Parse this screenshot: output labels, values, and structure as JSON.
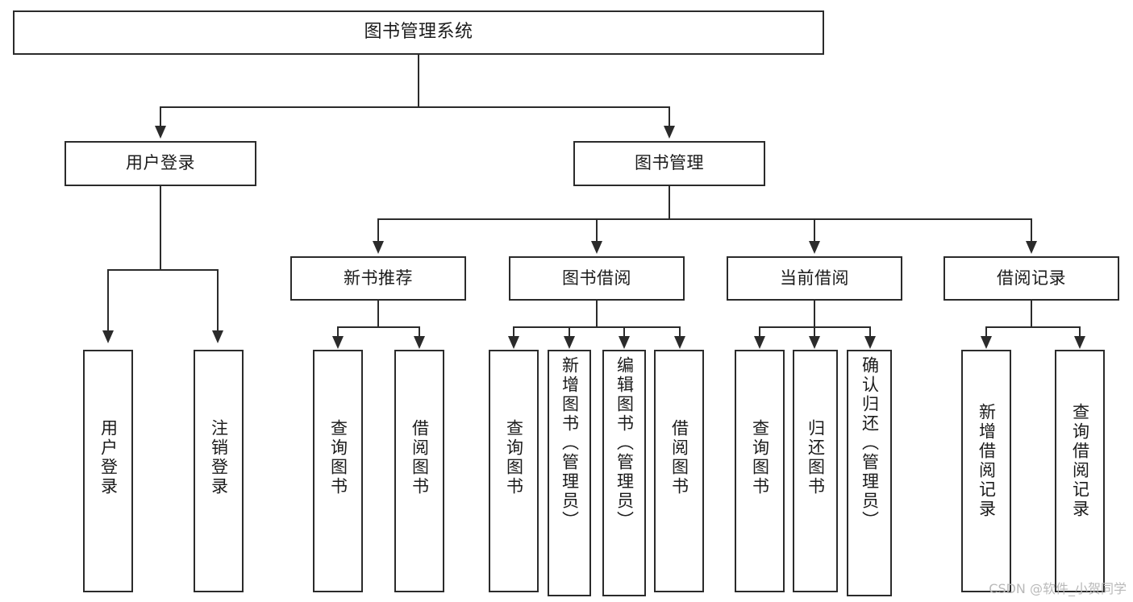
{
  "diagram": {
    "type": "tree",
    "title": "图书管理系统",
    "root": {
      "id": "root",
      "label": "图书管理系统"
    },
    "level2": [
      {
        "id": "user-login",
        "label": "用户登录"
      },
      {
        "id": "book-manage",
        "label": "图书管理"
      }
    ],
    "level3": [
      {
        "id": "new-book-rec",
        "label": "新书推荐",
        "parent": "book-manage"
      },
      {
        "id": "book-borrow",
        "label": "图书借阅",
        "parent": "book-manage"
      },
      {
        "id": "current-borrow",
        "label": "当前借阅",
        "parent": "book-manage"
      },
      {
        "id": "borrow-record",
        "label": "借阅记录",
        "parent": "book-manage"
      }
    ],
    "leaves": {
      "user_login": [
        {
          "id": "leaf-user-login",
          "label": "用户登录"
        },
        {
          "id": "leaf-user-logout",
          "label": "注销登录"
        }
      ],
      "new_book_rec": [
        {
          "id": "leaf-query-book-1",
          "label": "查询图书"
        },
        {
          "id": "leaf-borrow-book-1",
          "label": "借阅图书"
        }
      ],
      "book_borrow": [
        {
          "id": "leaf-query-book-2",
          "label": "查询图书"
        },
        {
          "id": "leaf-add-book",
          "label": "新增图书（管理员）"
        },
        {
          "id": "leaf-edit-book",
          "label": "编辑图书（管理员）"
        },
        {
          "id": "leaf-borrow-book-2",
          "label": "借阅图书"
        }
      ],
      "current_borrow": [
        {
          "id": "leaf-query-book-3",
          "label": "查询图书"
        },
        {
          "id": "leaf-return-book",
          "label": "归还图书"
        },
        {
          "id": "leaf-confirm-return",
          "label": "确认归还（管理员）"
        }
      ],
      "borrow_record": [
        {
          "id": "leaf-add-record",
          "label": "新增借阅记录"
        },
        {
          "id": "leaf-query-record",
          "label": "查询借阅记录"
        }
      ]
    }
  },
  "watermark": {
    "text": "CSDN @软件_小贺同学"
  },
  "colors": {
    "stroke": "#2b2b2b",
    "background": "#ffffff",
    "text": "#1b1b1b",
    "watermark": "#b9b9b9"
  }
}
